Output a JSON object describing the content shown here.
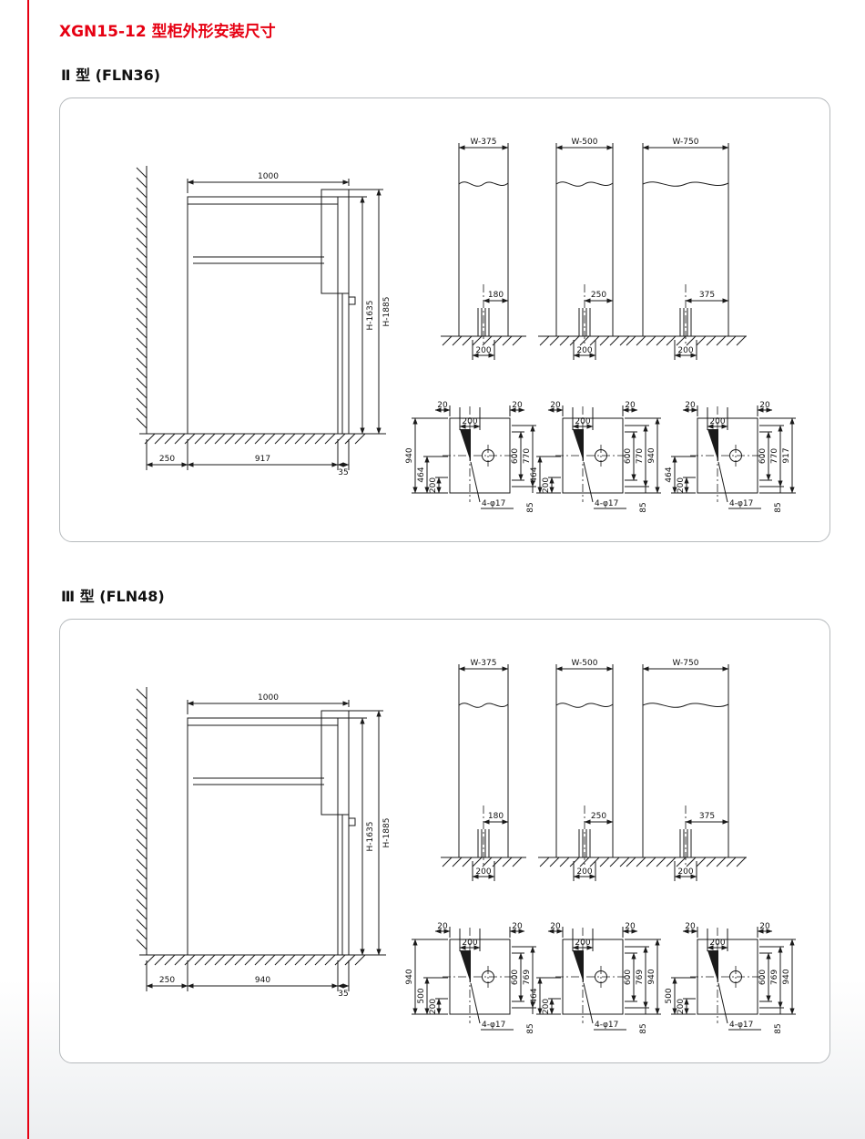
{
  "page": {
    "title": "XGN15-12 型柜外形安装尺寸",
    "accent_color": "#e60012"
  },
  "sections": [
    {
      "heading": "Ⅱ 型 (FLN36)",
      "side_view": {
        "top_dim": "1000",
        "height_dims": [
          "H-1635",
          "H-1885"
        ],
        "bottom_dims": [
          "250",
          "917",
          "35"
        ]
      },
      "front_views": [
        {
          "width_label": "W-375",
          "offset_dim": "180",
          "base_dim": "200"
        },
        {
          "width_label": "W-500",
          "offset_dim": "250",
          "base_dim": "200"
        },
        {
          "width_label": "W-750",
          "offset_dim": "375",
          "base_dim": "200"
        }
      ],
      "plan_views": [
        {
          "top_left_dim": "20",
          "top_right_dim": "20",
          "top_dim": "200",
          "left_dims": [
            "940",
            "464",
            "200"
          ],
          "right_dims": [
            "600",
            "770"
          ],
          "bottom_dim": "85",
          "holes_label": "4-φ17"
        },
        {
          "top_left_dim": "20",
          "top_right_dim": "20",
          "top_dim": "200",
          "left_dims": [
            "464",
            "200"
          ],
          "right_dims": [
            "600",
            "770",
            "940"
          ],
          "bottom_dim": "85",
          "holes_label": "4-φ17"
        },
        {
          "top_left_dim": "20",
          "top_right_dim": "20",
          "top_dim": "200",
          "left_dims": [
            "464",
            "200"
          ],
          "right_dims": [
            "600",
            "770",
            "917"
          ],
          "bottom_dim": "85",
          "holes_label": "4-φ17"
        }
      ]
    },
    {
      "heading": "Ⅲ 型 (FLN48)",
      "side_view": {
        "top_dim": "1000",
        "height_dims": [
          "H-1635",
          "H-1885"
        ],
        "bottom_dims": [
          "250",
          "940",
          "35"
        ]
      },
      "front_views": [
        {
          "width_label": "W-375",
          "offset_dim": "180",
          "base_dim": "200"
        },
        {
          "width_label": "W-500",
          "offset_dim": "250",
          "base_dim": "200"
        },
        {
          "width_label": "W-750",
          "offset_dim": "375",
          "base_dim": "200"
        }
      ],
      "plan_views": [
        {
          "top_left_dim": "20",
          "top_right_dim": "20",
          "top_dim": "200",
          "left_dims": [
            "940",
            "500",
            "200"
          ],
          "right_dims": [
            "600",
            "769"
          ],
          "bottom_dim": "85",
          "holes_label": "4-φ17"
        },
        {
          "top_left_dim": "20",
          "top_right_dim": "20",
          "top_dim": "200",
          "left_dims": [
            "464",
            "200"
          ],
          "right_dims": [
            "600",
            "769",
            "940"
          ],
          "bottom_dim": "85",
          "holes_label": "4-φ17"
        },
        {
          "top_left_dim": "20",
          "top_right_dim": "20",
          "top_dim": "200",
          "left_dims": [
            "500",
            "200"
          ],
          "right_dims": [
            "600",
            "769",
            "940"
          ],
          "bottom_dim": "85",
          "holes_label": "4-φ17"
        }
      ]
    }
  ]
}
